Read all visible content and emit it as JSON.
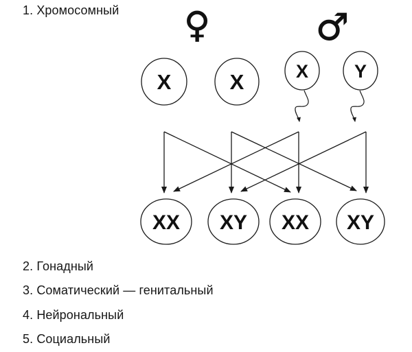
{
  "title": "1. Хромосомный",
  "colors": {
    "background": "#ffffff",
    "ink": "#1a1a1a",
    "text": "#161616"
  },
  "diagram": {
    "female_symbol": "♀",
    "male_symbol": "♂",
    "gametes": [
      {
        "label": "X",
        "parent": "female"
      },
      {
        "label": "X",
        "parent": "female"
      },
      {
        "label": "X",
        "parent": "male"
      },
      {
        "label": "Y",
        "parent": "male"
      }
    ],
    "offspring": [
      {
        "label": "XX"
      },
      {
        "label": "XY"
      },
      {
        "label": "XX"
      },
      {
        "label": "XY"
      }
    ]
  },
  "list_items": [
    "2. Гонадный",
    "3. Соматический — генитальный",
    "4. Нейрональный",
    "5. Социальный"
  ]
}
